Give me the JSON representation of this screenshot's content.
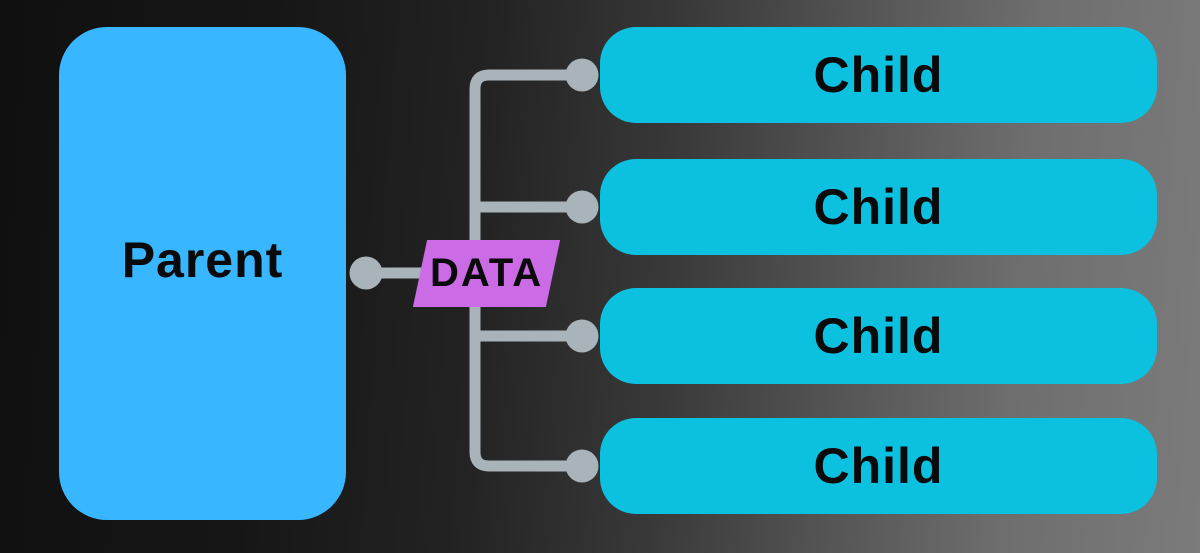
{
  "diagram": {
    "parent_node": {
      "label": "Parent"
    },
    "data_label_node": {
      "label": "DATA"
    },
    "child_nodes": [
      {
        "label": "Child"
      },
      {
        "label": "Child"
      },
      {
        "label": "Child"
      },
      {
        "label": "Child"
      }
    ],
    "colors": {
      "parent_fill": "#38b6ff",
      "child_fill": "#0cc0df",
      "data_fill": "#cb6ce6",
      "connector": "#a9b3ba",
      "label_text": "#0a0a0a",
      "background_left": "#101010",
      "background_right": "#7b7b7b"
    }
  }
}
